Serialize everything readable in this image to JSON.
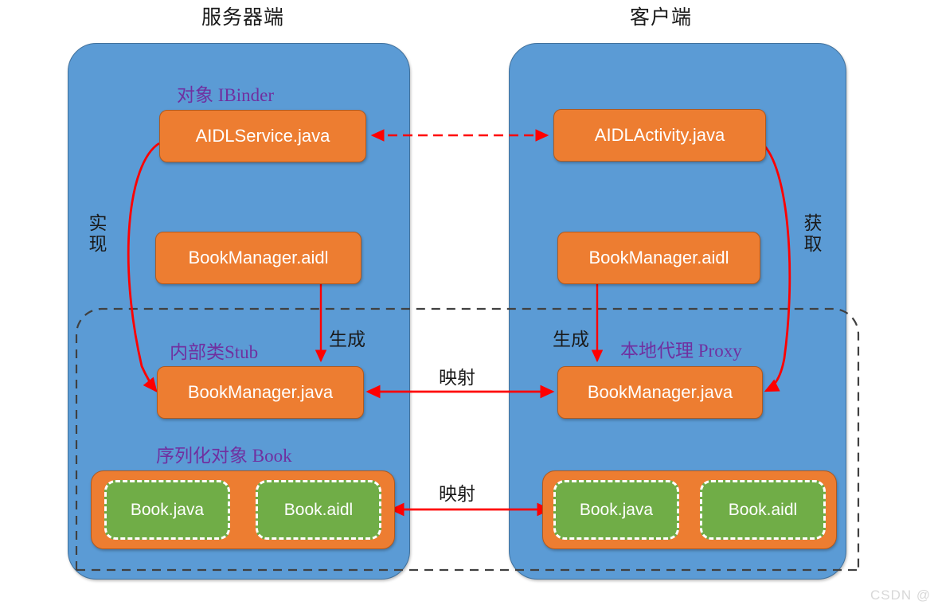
{
  "diagram": {
    "title_server": "服务器端",
    "title_client": "客户端",
    "server": {
      "annotation_binder": "对象 IBinder",
      "annotation_stub": "内部类Stub",
      "annotation_book": "序列化对象 Book",
      "label_implement": "实现",
      "label_generate": "生成",
      "nodes": {
        "service": "AIDLService.java",
        "manager_aidl": "BookManager.aidl",
        "manager_java": "BookManager.java",
        "book_java": "Book.java",
        "book_aidl": "Book.aidl"
      }
    },
    "client": {
      "annotation_proxy": "本地代理 Proxy",
      "label_obtain": "获取",
      "label_generate": "生成",
      "nodes": {
        "activity": "AIDLActivity.java",
        "manager_aidl": "BookManager.aidl",
        "manager_java": "BookManager.java",
        "book_java": "Book.java",
        "book_aidl": "Book.aidl"
      }
    },
    "bridge": {
      "mapping_manager": "映射",
      "mapping_book": "映射"
    },
    "watermark": "CSDN @",
    "colors": {
      "panel_blue": "#5B9BD5",
      "panel_blue_border": "#41719C",
      "node_orange": "#ED7D31",
      "node_orange_border": "#AE5A21",
      "node_green": "#70AD47",
      "arrow_red": "#FF0000",
      "annotation_purple": "#7030A0",
      "annotation_black": "#1A1A1A",
      "dashed_region": "#404040",
      "text_white": "#FFFFFF"
    }
  }
}
